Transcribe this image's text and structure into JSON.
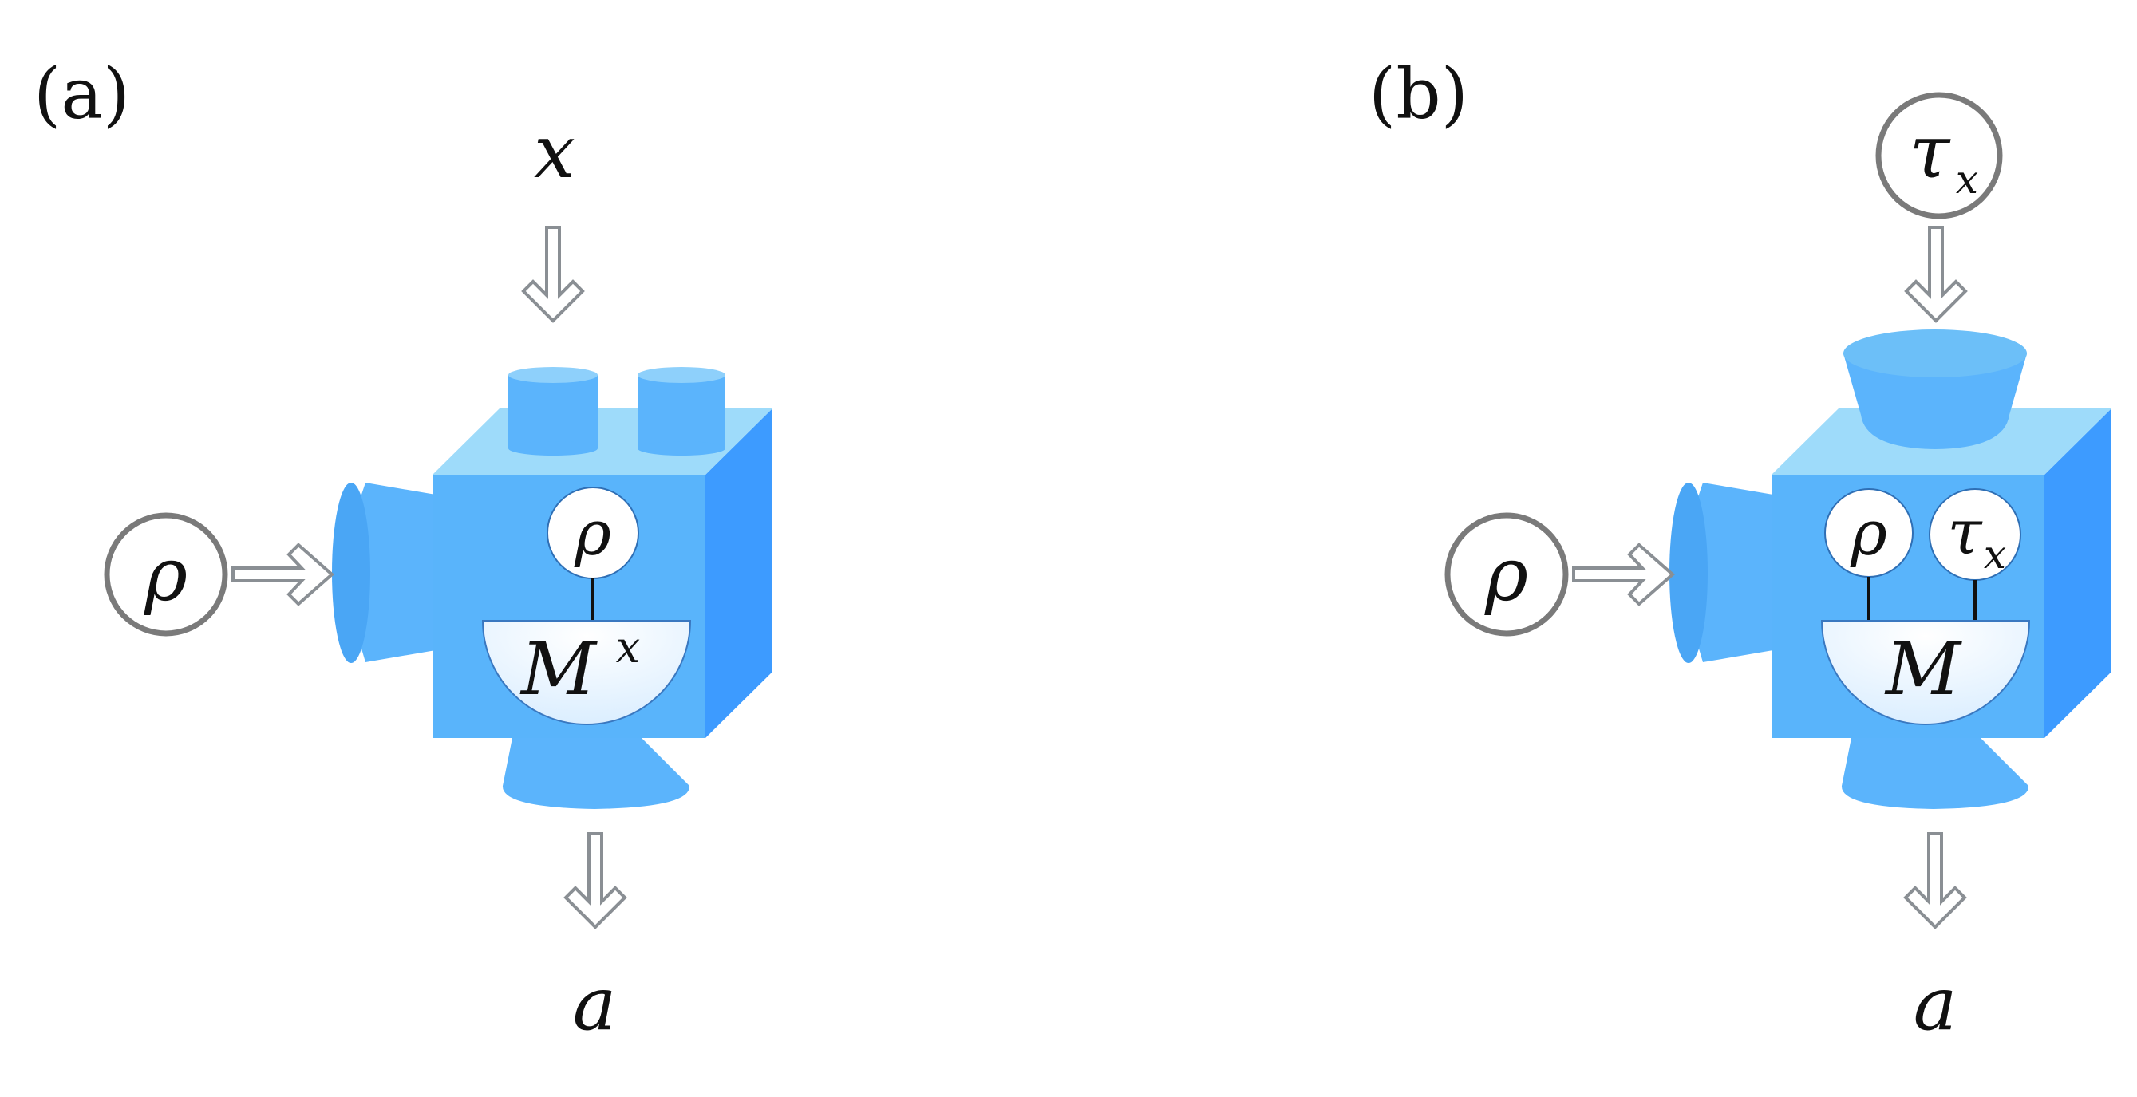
{
  "colors": {
    "front": "#59b4fb",
    "top": "#9edbfa",
    "side": "#3d9bff",
    "port": "#5bb4fc",
    "arrow_stroke": "#8a8f94",
    "state_circle_stroke": "#7a7a7a",
    "meter_stroke": "#3a78c0"
  },
  "panel_a": {
    "label": "(a)",
    "input_symbol": "x",
    "state_symbol": "ρ",
    "inner_state_symbol": "ρ",
    "meter_symbol": "M",
    "meter_superscript": "x",
    "output_symbol": "a"
  },
  "panel_b": {
    "label": "(b)",
    "input_state_symbol": "τ",
    "input_state_subscript": "x",
    "state_symbol": "ρ",
    "inner_state_symbol_1": "ρ",
    "inner_state_symbol_2": "τ",
    "inner_state_subscript_2": "x",
    "meter_symbol": "M",
    "output_symbol": "a"
  }
}
